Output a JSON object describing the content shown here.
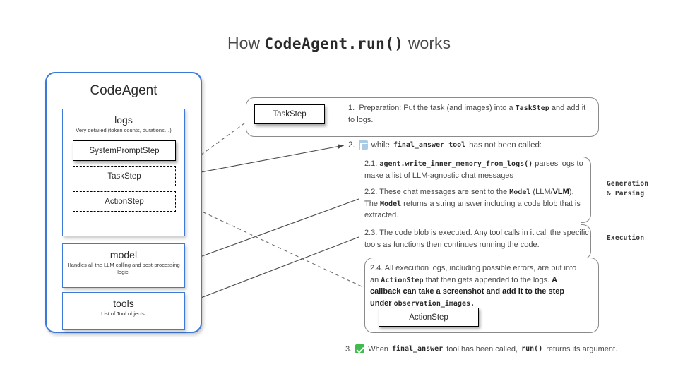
{
  "title": {
    "prefix": "How ",
    "code": "CodeAgent.run()",
    "suffix": " works"
  },
  "agent_panel": {
    "title": "CodeAgent",
    "logs": {
      "title": "logs",
      "subtitle": "Very detailed (token counts, durations…)",
      "steps": [
        {
          "label": "SystemPromptStep",
          "style": "solid"
        },
        {
          "label": "TaskStep",
          "style": "dashed"
        },
        {
          "label": "ActionStep",
          "style": "dashed"
        }
      ]
    },
    "model": {
      "title": "model",
      "subtitle": "Handles all the LLM calling and post-processing logic."
    },
    "tools": {
      "title": "tools",
      "subtitle": "List of Tool objects."
    }
  },
  "flow": {
    "step1": {
      "node_label": "TaskStep",
      "number": "1.",
      "text_a": "Preparation: Put the task (and images) into a ",
      "code_a": "TaskStep",
      "text_b": " and add it to logs."
    },
    "step2": {
      "number": "2.",
      "icon": "loop-icon",
      "text_a": "while ",
      "code_a": "final_answer tool",
      "text_b": " has not been called:"
    },
    "sub21": {
      "number": "2.1.",
      "code_a": "agent.write_inner_memory_from_logs()",
      "text_a": " parses logs to make a list of LLM-agnostic chat messages"
    },
    "sub22": {
      "number": "2.2.",
      "text_a": " These chat messages are sent to the ",
      "code_a": "Model",
      "text_b": " (LLM/",
      "bold_b": "VLM",
      "text_c": "). The ",
      "code_b": "Model",
      "text_d": " returns a string answer including a code blob that is extracted."
    },
    "sub23": {
      "number": "2.3.",
      "text_a": " The code blob is executed. Any tool calls in it call the specific tools as functions then continues running the code."
    },
    "sub24": {
      "number": "2.4.",
      "text_a": " All execution logs, including possible errors, are put into an ",
      "code_a": "ActionStep",
      "text_b": " that then gets appended to the logs. ",
      "bold_a": "A callback can  take a screenshot and add it to the step under ",
      "code_b": "observation_images.",
      "node_label": "ActionStep"
    },
    "step3": {
      "number": "3.",
      "icon": "check-icon",
      "text_a": "When ",
      "code_a": "final_answer",
      "text_b": " tool has been called, ",
      "code_b": "run()",
      "text_c": " returns its argument."
    },
    "side_labels": {
      "generation": "Generation\n& Parsing",
      "execution": "Execution"
    }
  },
  "colors": {
    "accent_blue": "#3d79d8",
    "arrow_gray": "#4a4a4a",
    "check_green": "#3ebd4e",
    "loop_blue": "#a9cbe3",
    "text_gray": "#4a4a4a"
  }
}
